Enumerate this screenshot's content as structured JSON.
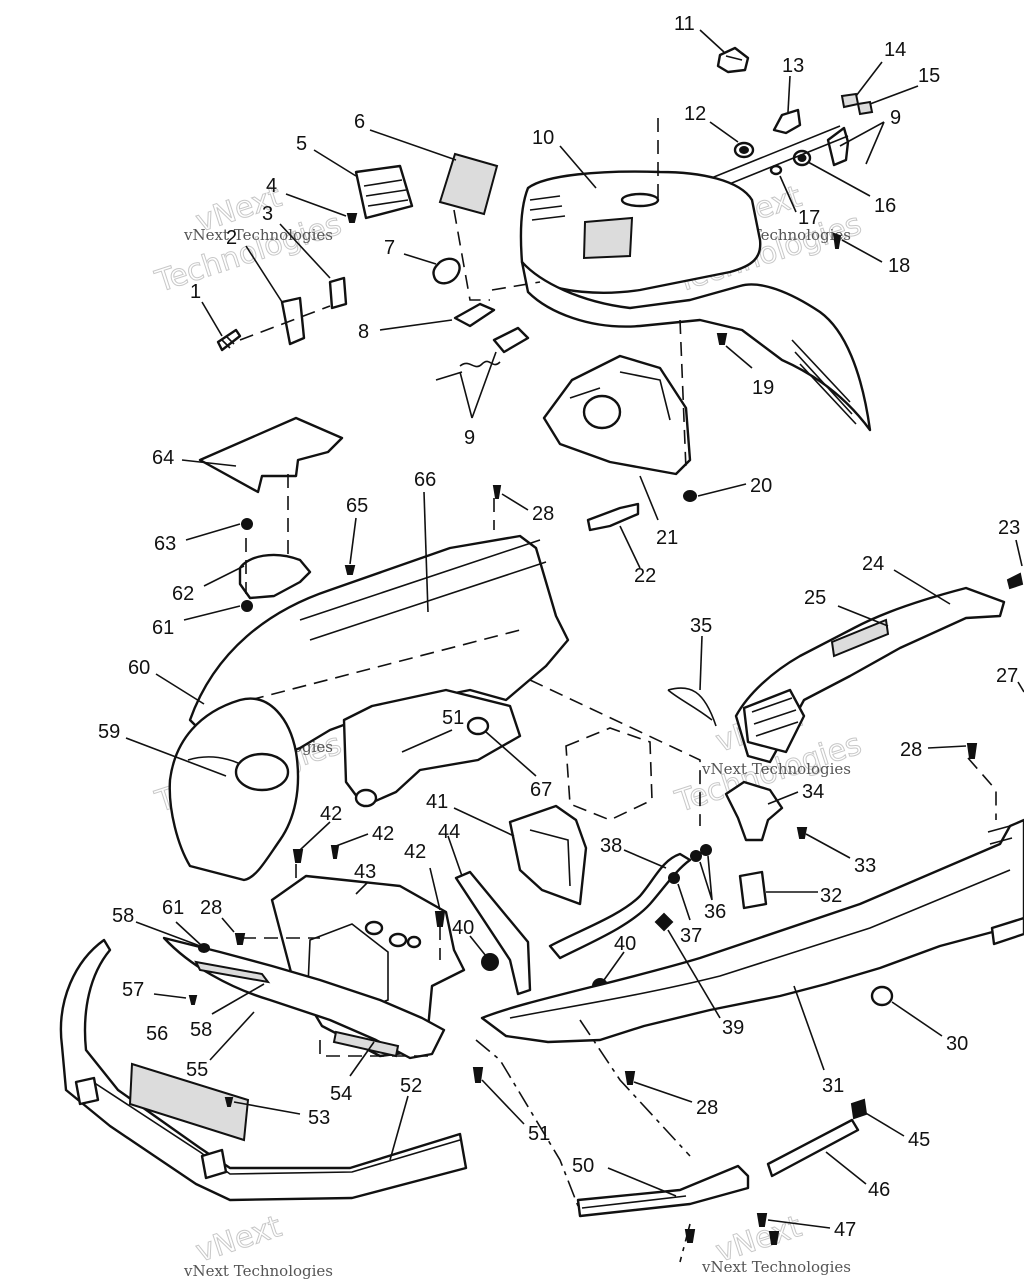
{
  "watermark": {
    "line1": "vNext",
    "line2": "Technologies",
    "small": "vNext Technologies"
  },
  "callouts": [
    {
      "text": "11"
    },
    {
      "text": "13"
    },
    {
      "text": "14"
    },
    {
      "text": "15"
    },
    {
      "text": "12"
    },
    {
      "text": "9"
    },
    {
      "text": "10"
    },
    {
      "text": "6"
    },
    {
      "text": "5"
    },
    {
      "text": "16"
    },
    {
      "text": "4"
    },
    {
      "text": "3"
    },
    {
      "text": "17"
    },
    {
      "text": "2"
    },
    {
      "text": "18"
    },
    {
      "text": "7"
    },
    {
      "text": "1"
    },
    {
      "text": "8"
    },
    {
      "text": "19"
    },
    {
      "text": "9"
    },
    {
      "text": "64"
    },
    {
      "text": "20"
    },
    {
      "text": "66"
    },
    {
      "text": "65"
    },
    {
      "text": "28"
    },
    {
      "text": "63"
    },
    {
      "text": "21"
    },
    {
      "text": "23"
    },
    {
      "text": "24"
    },
    {
      "text": "22"
    },
    {
      "text": "62"
    },
    {
      "text": "25"
    },
    {
      "text": "61"
    },
    {
      "text": "35"
    },
    {
      "text": "60"
    },
    {
      "text": "27"
    },
    {
      "text": "59"
    },
    {
      "text": "51"
    },
    {
      "text": "28"
    },
    {
      "text": "67"
    },
    {
      "text": "41"
    },
    {
      "text": "34"
    },
    {
      "text": "42"
    },
    {
      "text": "42"
    },
    {
      "text": "44"
    },
    {
      "text": "33"
    },
    {
      "text": "38"
    },
    {
      "text": "42"
    },
    {
      "text": "43"
    },
    {
      "text": "36"
    },
    {
      "text": "32"
    },
    {
      "text": "58"
    },
    {
      "text": "61"
    },
    {
      "text": "28"
    },
    {
      "text": "40"
    },
    {
      "text": "37"
    },
    {
      "text": "40"
    },
    {
      "text": "57"
    },
    {
      "text": "58"
    },
    {
      "text": "39"
    },
    {
      "text": "56"
    },
    {
      "text": "30"
    },
    {
      "text": "55"
    },
    {
      "text": "54"
    },
    {
      "text": "52"
    },
    {
      "text": "31"
    },
    {
      "text": "53"
    },
    {
      "text": "28"
    },
    {
      "text": "51"
    },
    {
      "text": "45"
    },
    {
      "text": "50"
    },
    {
      "text": "46"
    },
    {
      "text": "47"
    }
  ]
}
